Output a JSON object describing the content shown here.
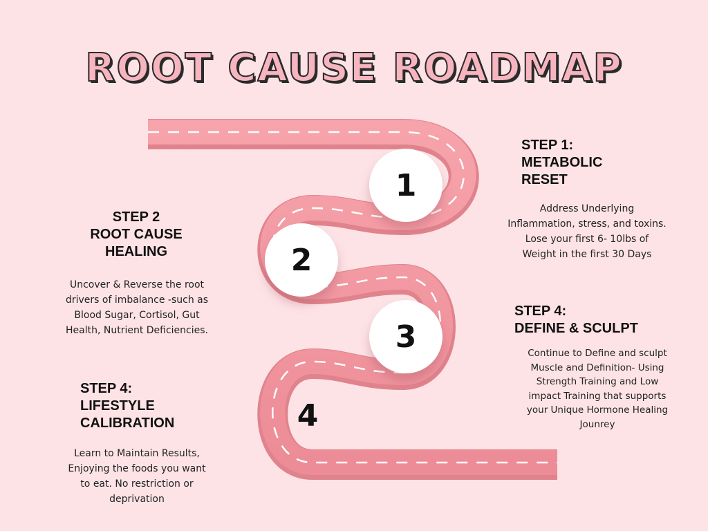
{
  "title": "ROOT CAUSE ROADMAP",
  "road": {
    "color": "#f29aa3",
    "dash_color": "#ffffff",
    "shadow_color": "#e0838d"
  },
  "markers": [
    "1",
    "2",
    "3",
    "4"
  ],
  "steps": [
    {
      "heading": "STEP 1:\nMETABOLIC\nRESET",
      "body": "Address Underlying\nInflammation, stress, and toxins.\nLose your first 6- 10lbs of\nWeight in the first 30 Days"
    },
    {
      "heading": "STEP 2\nROOT CAUSE\nHEALING",
      "body": "Uncover & Reverse the root\ndrivers of imbalance -such as\nBlood Sugar, Cortisol, Gut\nHealth, Nutrient Deficiencies."
    },
    {
      "heading": "STEP 4:\nDEFINE & SCULPT",
      "body": "Continue to Define and sculpt\nMuscle and Definition- Using\nStrength Training and Low\nimpact Training that supports\nyour Unique Hormone Healing\nJounrey"
    },
    {
      "heading": "STEP 4:\nLIFESTYLE\nCALIBRATION",
      "body": "Learn to Maintain Results,\nEnjoying the foods you want\nto eat. No restriction or\ndeprivation"
    }
  ]
}
